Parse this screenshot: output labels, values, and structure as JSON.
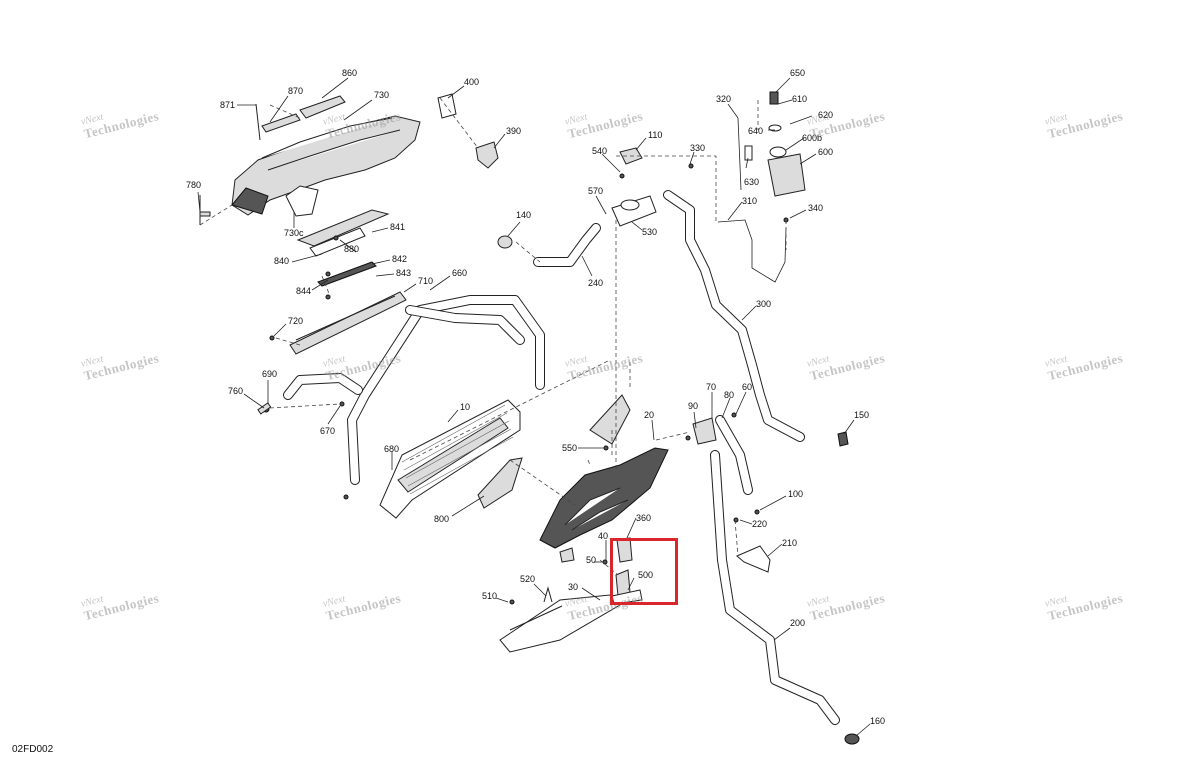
{
  "diagram_code": "02FD002",
  "watermark": {
    "line1": "vNext",
    "line2": "Technologies"
  },
  "highlight": {
    "part": "500",
    "color": "#d8262c"
  },
  "parts": [
    "871",
    "870",
    "860",
    "730",
    "780",
    "730c",
    "841",
    "840",
    "880",
    "842",
    "843",
    "844",
    "400",
    "390",
    "720",
    "710",
    "660",
    "760",
    "690",
    "670",
    "10",
    "680",
    "800",
    "110",
    "540",
    "330",
    "570",
    "530",
    "140",
    "240",
    "320",
    "310",
    "650",
    "610",
    "620",
    "640",
    "600b",
    "600",
    "630",
    "340",
    "300",
    "550",
    "20",
    "90",
    "70",
    "60",
    "80",
    "150",
    "100",
    "220",
    "210",
    "360",
    "40",
    "50",
    "30",
    "500",
    "520",
    "510",
    "200",
    "160"
  ]
}
